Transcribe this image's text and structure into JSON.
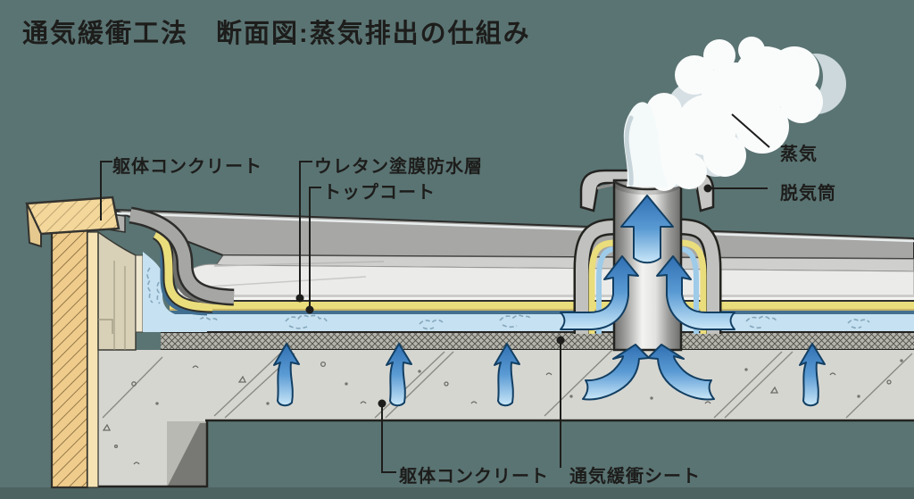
{
  "title": "通気緩衝工法　断面図:蒸気排出の仕組み",
  "labels": {
    "parapet_concrete": "躯体コンクリート",
    "urethane_waterproof_layer": "ウレタン塗膜防水層",
    "top_coat": "トップコート",
    "steam": "蒸気",
    "air_vent": "脱気筒",
    "slab_concrete": "躯体コンクリート",
    "ventilation_buffer_sheet": "通気緩衝シート"
  },
  "colors": {
    "background": "#5a7473",
    "line_dark": "#1d1d1b",
    "concrete": "#d6d6d1",
    "urethane_yellow": "#eadd7c",
    "vapor_channel_blue": "#c6e1f1",
    "arrow_blue": "#4a8ec9",
    "parapet_tan": "#f0cc8c",
    "steam_white": "#fafcfc"
  }
}
